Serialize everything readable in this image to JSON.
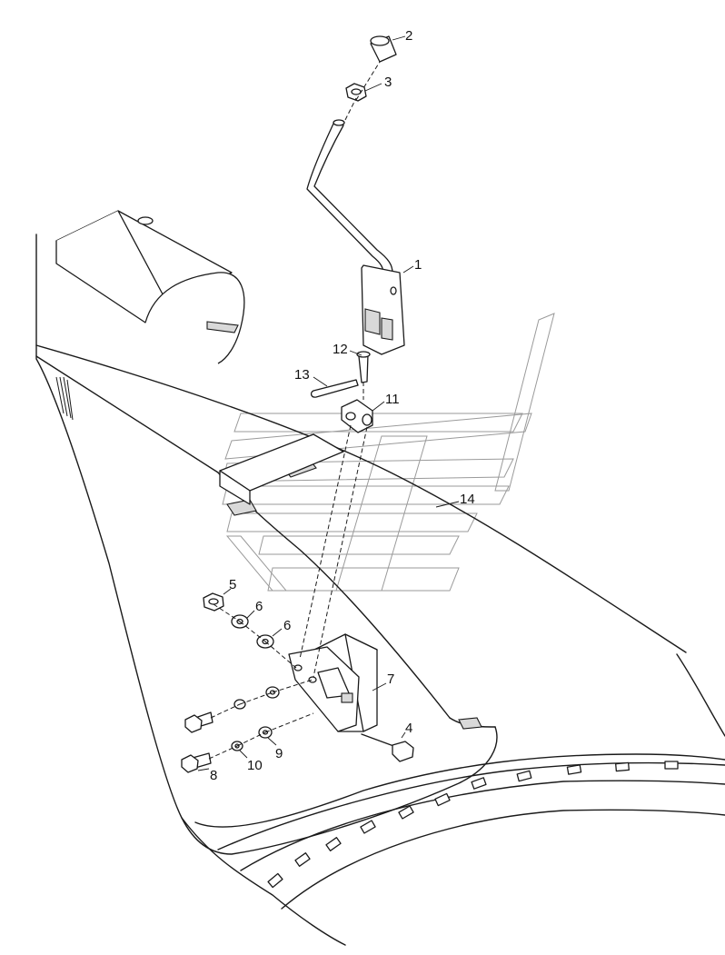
{
  "callouts": [
    {
      "id": "c2",
      "label": "2"
    },
    {
      "id": "c3",
      "label": "3"
    },
    {
      "id": "c1",
      "label": "1"
    },
    {
      "id": "c12",
      "label": "12"
    },
    {
      "id": "c13",
      "label": "13"
    },
    {
      "id": "c11",
      "label": "11"
    },
    {
      "id": "c14",
      "label": "14"
    },
    {
      "id": "c5",
      "label": "5"
    },
    {
      "id": "c6a",
      "label": "6"
    },
    {
      "id": "c6b",
      "label": "6"
    },
    {
      "id": "c7",
      "label": "7"
    },
    {
      "id": "c4",
      "label": "4"
    },
    {
      "id": "c9",
      "label": "9"
    },
    {
      "id": "c10",
      "label": "10"
    },
    {
      "id": "c8",
      "label": "8"
    }
  ]
}
